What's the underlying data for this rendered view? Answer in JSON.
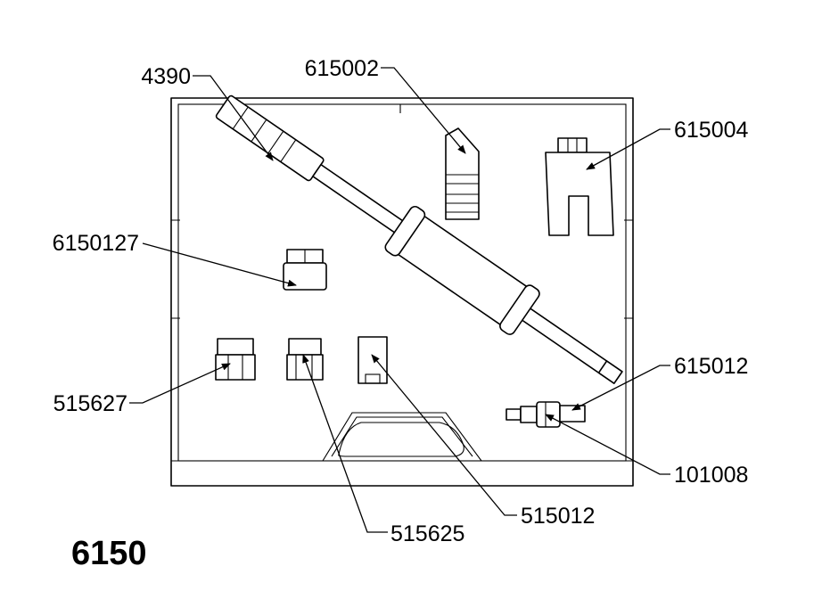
{
  "kit_number": "6150",
  "parts": [
    {
      "id": "p4390",
      "label": "4390"
    },
    {
      "id": "p615002",
      "label": "615002"
    },
    {
      "id": "p615004",
      "label": "615004"
    },
    {
      "id": "p6150127",
      "label": "6150127"
    },
    {
      "id": "p515627",
      "label": "515627"
    },
    {
      "id": "p515625",
      "label": "515625"
    },
    {
      "id": "p515012",
      "label": "515012"
    },
    {
      "id": "p615012",
      "label": "615012"
    },
    {
      "id": "p101008",
      "label": "101008"
    }
  ]
}
